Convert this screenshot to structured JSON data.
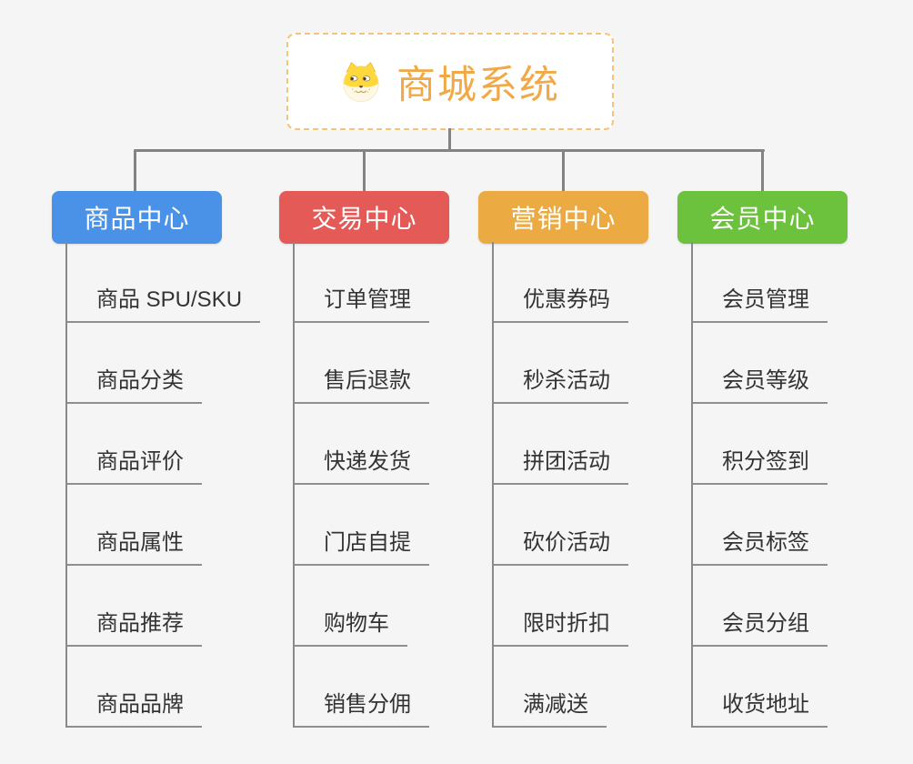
{
  "root": {
    "title": "商城系统",
    "icon": "dog-face-icon",
    "border_color": "#F6C478",
    "title_color": "#F0A946"
  },
  "connector_color": "#838383",
  "branches": [
    {
      "label": "商品中心",
      "color": "#4A92E8",
      "children": [
        "商品 SPU/SKU",
        "商品分类",
        "商品评价",
        "商品属性",
        "商品推荐",
        "商品品牌"
      ]
    },
    {
      "label": "交易中心",
      "color": "#E45A56",
      "children": [
        "订单管理",
        "售后退款",
        "快递发货",
        "门店自提",
        "购物车",
        "销售分佣"
      ]
    },
    {
      "label": "营销中心",
      "color": "#ECAB42",
      "children": [
        "优惠券码",
        "秒杀活动",
        "拼团活动",
        "砍价活动",
        "限时折扣",
        "满减送"
      ]
    },
    {
      "label": "会员中心",
      "color": "#6CC23D",
      "children": [
        "会员管理",
        "会员等级",
        "积分签到",
        "会员标签",
        "会员分组",
        "收货地址"
      ]
    }
  ]
}
